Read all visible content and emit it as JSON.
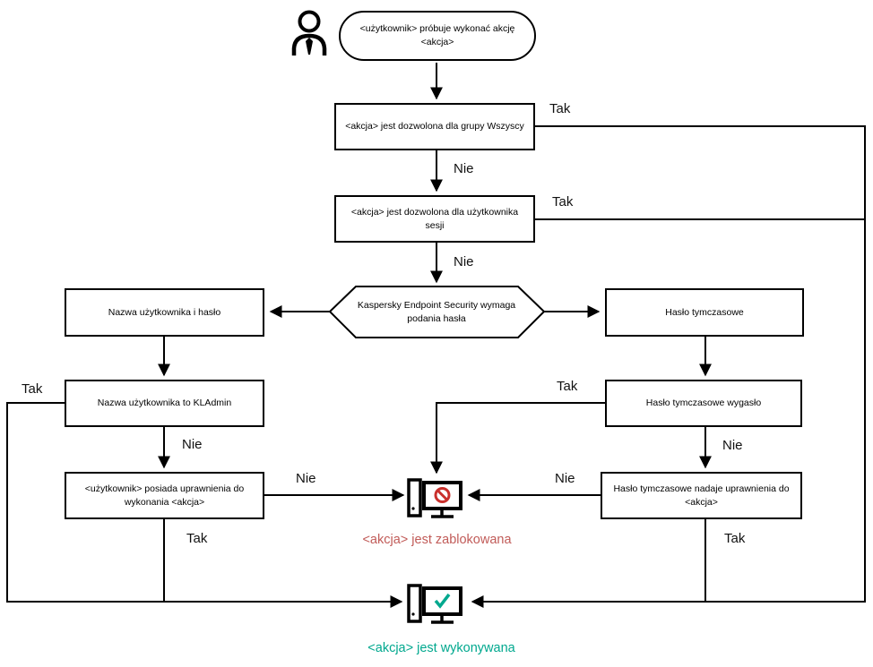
{
  "diagram_type": "flowchart",
  "topic": "Kaspersky Endpoint Security password permission flow (Polish)",
  "nodes": {
    "start": "<użytkownik> próbuje wykonać akcję <akcja>",
    "allowed_everyone": "<akcja> jest dozwolona dla grupy Wszyscy",
    "allowed_session": "<akcja> jest dozwolona dla użytkownika sesji",
    "kes_prompt": "Kaspersky Endpoint Security wymaga podania hasła",
    "username_password": "Nazwa użytkownika i hasło",
    "temp_password": "Hasło tymczasowe",
    "username_kladmin": "Nazwa użytkownika to KLAdmin",
    "user_has_rights": "<użytkownik> posiada uprawnienia do wykonania <akcja>",
    "temp_expired": "Hasło tymczasowe wygasło",
    "temp_grants": "Hasło tymczasowe nadaje uprawnienia do <akcja>"
  },
  "captions": {
    "blocked": "<akcja> jest zablokowana",
    "executed": "<akcja> jest wykonywana"
  },
  "edge_labels": {
    "everyone_tak": "Tak",
    "everyone_nie": "Nie",
    "session_tak": "Tak",
    "session_nie": "Nie",
    "kladmin_tak": "Tak",
    "kladmin_nie": "Nie",
    "rights_nie": "Nie",
    "rights_tak": "Tak",
    "expired_tak": "Tak",
    "expired_nie": "Nie",
    "grants_nie": "Nie",
    "grants_tak": "Tak"
  },
  "icons": {
    "person": "person-icon",
    "blocked_computer": "computer-with-prohibition-icon",
    "executed_computer": "computer-with-checkmark-icon"
  },
  "colors": {
    "line": "#000000",
    "blocked_text": "#c15b58",
    "prohibition_sign": "#c9302c",
    "executed_text": "#00a88e",
    "checkmark": "#00a88e",
    "background": "#ffffff"
  }
}
